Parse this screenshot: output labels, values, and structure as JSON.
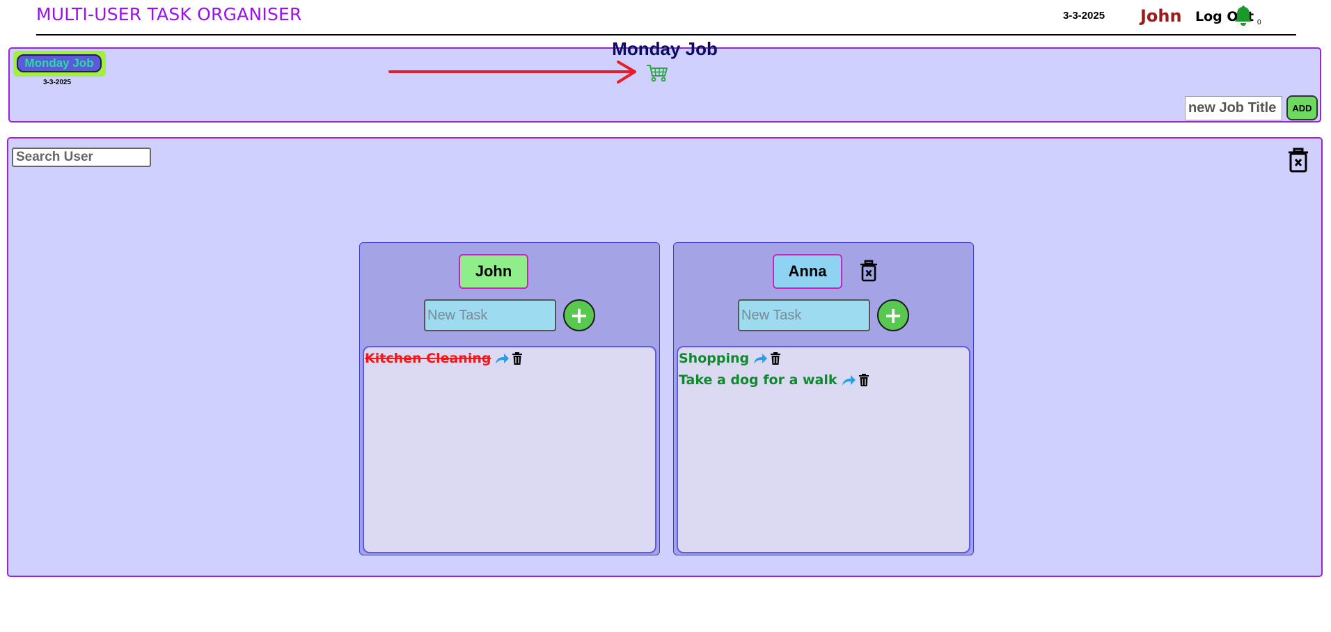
{
  "header": {
    "title": "MULTI-USER TASK ORGANISER",
    "date": "3-3-2025",
    "user": "John",
    "logout_label": "Log Out",
    "notification_count": "0",
    "bell_color": "#1a9a2a"
  },
  "jobs_bar": {
    "jobs": [
      {
        "label": "Monday Job",
        "date": "3-3-2025"
      }
    ],
    "new_job_placeholder": "new Job Title",
    "add_label": "ADD"
  },
  "main": {
    "search_placeholder": "Search User",
    "job_title": "Monday Job",
    "users": [
      {
        "name": "John",
        "name_bg": "#8fee8a",
        "task_placeholder": "New Task",
        "add_task_label": "+",
        "tasks": [
          {
            "text": "Kitchen Cleaning",
            "done": true
          }
        ]
      },
      {
        "name": "Anna",
        "name_bg": "#8ed4f2",
        "task_placeholder": "New Task",
        "add_task_label": "+",
        "tasks": [
          {
            "text": "Shopping",
            "done": false
          },
          {
            "text": "Take a dog for a walk",
            "done": false
          }
        ]
      }
    ]
  },
  "icons": {
    "notification": "bell-icon",
    "delete_job": "trash-x-icon",
    "cart": "shopping-cart-icon",
    "arrow": "red-arrow-annotation",
    "task_share": "share-arrow-icon",
    "task_delete": "trash-icon"
  }
}
